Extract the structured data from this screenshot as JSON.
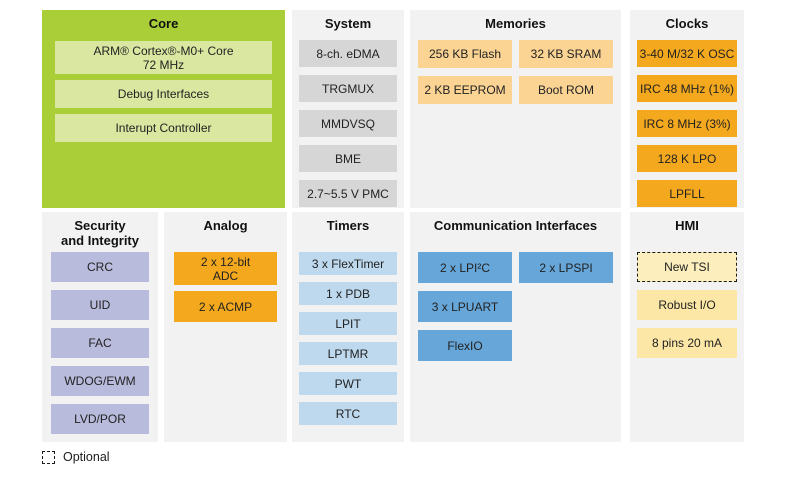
{
  "colors": {
    "core_panel": "#a9ce38",
    "core_block": "#d9e7a1",
    "panel_background": "#f2f2f2",
    "system_block": "#d6d6d6",
    "memory_block": "#fbd494",
    "clock_block": "#f4a81d",
    "analog_block": "#f4a81d",
    "security_block": "#b9bbdd",
    "timer_block": "#bed9ed",
    "communication_block": "#67a6d8",
    "hmi_block": "#fce7a6",
    "hmi_optional_block": "#fdeebd"
  },
  "sections": {
    "core": {
      "title": "Core",
      "blocks": [
        "ARM® Cortex®-M0+ Core\n72 MHz",
        "Debug Interfaces",
        "Interupt Controller"
      ]
    },
    "system": {
      "title": "System",
      "blocks": [
        "8-ch. eDMA",
        "TRGMUX",
        "MMDVSQ",
        "BME",
        "2.7~5.5 V PMC"
      ]
    },
    "memories": {
      "title": "Memories",
      "blocks": [
        "256 KB Flash",
        "32 KB SRAM",
        "2 KB EEPROM",
        "Boot ROM"
      ]
    },
    "clocks": {
      "title": "Clocks",
      "blocks": [
        "3-40 M/32 K OSC",
        "IRC 48 MHz (1%)",
        "IRC 8 MHz (3%)",
        "128 K LPO",
        "LPFLL"
      ]
    },
    "security": {
      "title": "Security\nand Integrity",
      "blocks": [
        "CRC",
        "UID",
        "FAC",
        "WDOG/EWM",
        "LVD/POR"
      ]
    },
    "analog": {
      "title": "Analog",
      "blocks": [
        "2 x 12-bit\nADC",
        "2 x ACMP"
      ]
    },
    "timers": {
      "title": "Timers",
      "blocks": [
        "3 x FlexTimer",
        "1 x PDB",
        "LPIT",
        "LPTMR",
        "PWT",
        "RTC"
      ]
    },
    "communication": {
      "title": "Communication Interfaces",
      "blocks": [
        "2 x LPI²C",
        "2 x LPSPI",
        "3 x LPUART",
        "FlexIO"
      ]
    },
    "hmi": {
      "title": "HMI",
      "blocks": [
        "New TSI",
        "Robust I/O",
        "8 pins 20 mA"
      ],
      "optional_block": "New TSI"
    }
  },
  "legend": {
    "optional_label": "Optional"
  }
}
